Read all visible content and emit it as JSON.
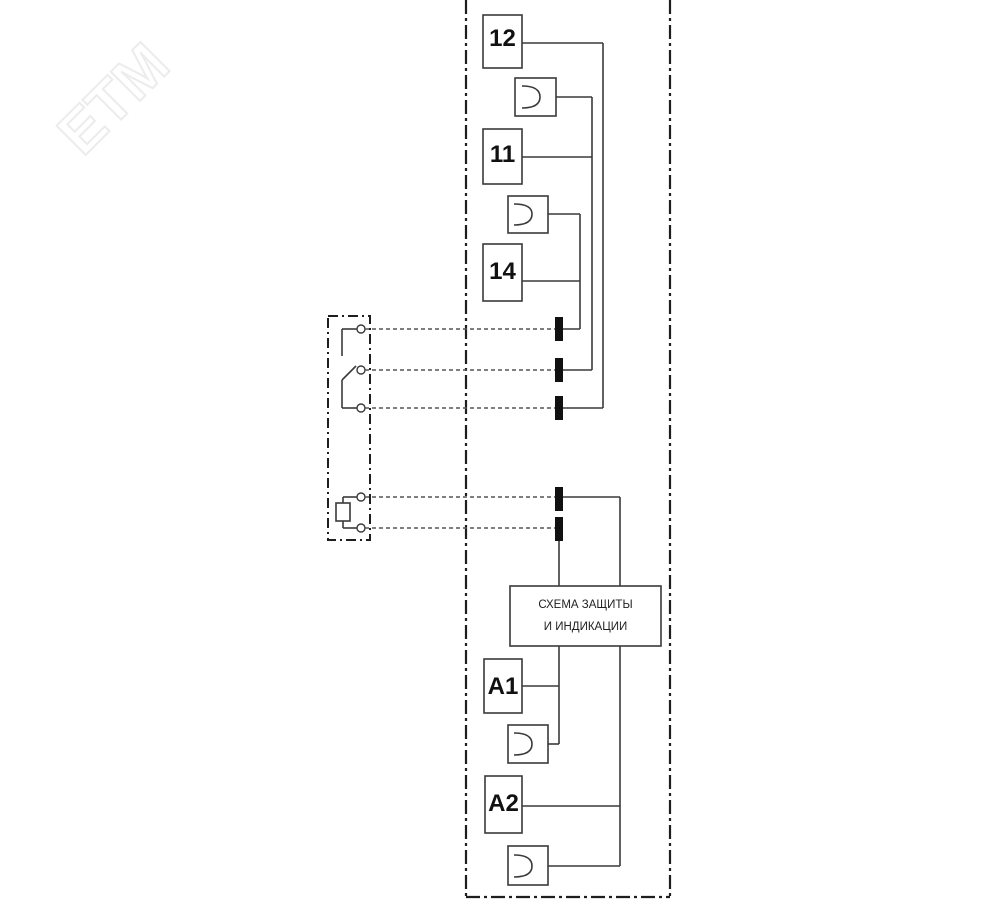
{
  "watermark": "ETM",
  "terminals": {
    "t12": "12",
    "t11": "11",
    "t14": "14",
    "a1": "A1",
    "a2": "A2"
  },
  "protection_block": {
    "line1": "СХЕМА ЗАЩИТЫ",
    "line2": "И ИНДИКАЦИИ"
  }
}
